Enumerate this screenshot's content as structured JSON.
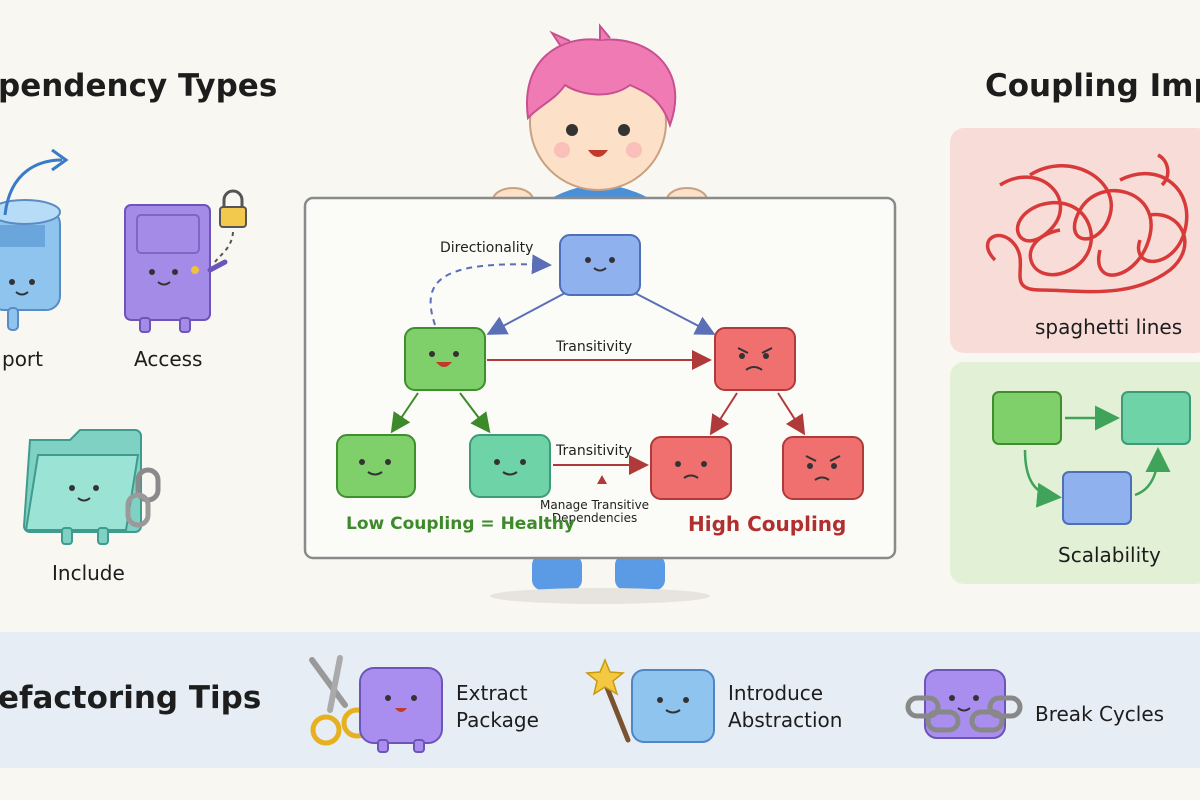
{
  "sections": {
    "dependency_types": "pendency Types",
    "coupling_impact": "Coupling Impa",
    "refactoring_tips": "efactoring Tips"
  },
  "dependency_types": {
    "import": "port",
    "access": "Access",
    "include": "Include"
  },
  "board": {
    "directionality": "Directionality",
    "transitivity_top": "Transitivity",
    "transitivity_bottom": "Transitivity",
    "manage_transitive": "Manage Transitive\nDependencies",
    "low_coupling": "Low Coupling = Healthy",
    "high_coupling": "High Coupling"
  },
  "coupling_impact": {
    "spaghetti": "spaghetti lines",
    "scalability": "Scalability"
  },
  "refactoring": {
    "extract": "Extract\nPackage",
    "introduce": "Introduce\nAbstraction",
    "break": "Break Cycles"
  },
  "colors": {
    "green": "#7fd06a",
    "teal": "#6fd3a8",
    "blue": "#8fb2ef",
    "red": "#f07070",
    "purple": "#a98ef0",
    "healthy_text": "#3d8a2a",
    "high_text": "#b03030",
    "spaghetti_red": "#d83a3a"
  },
  "icons": [
    "import-cylinder-icon",
    "door-icon",
    "lock-icon",
    "folder-icon",
    "chain-icon",
    "scissors-icon",
    "magic-wand-icon",
    "broken-chain-icon"
  ]
}
